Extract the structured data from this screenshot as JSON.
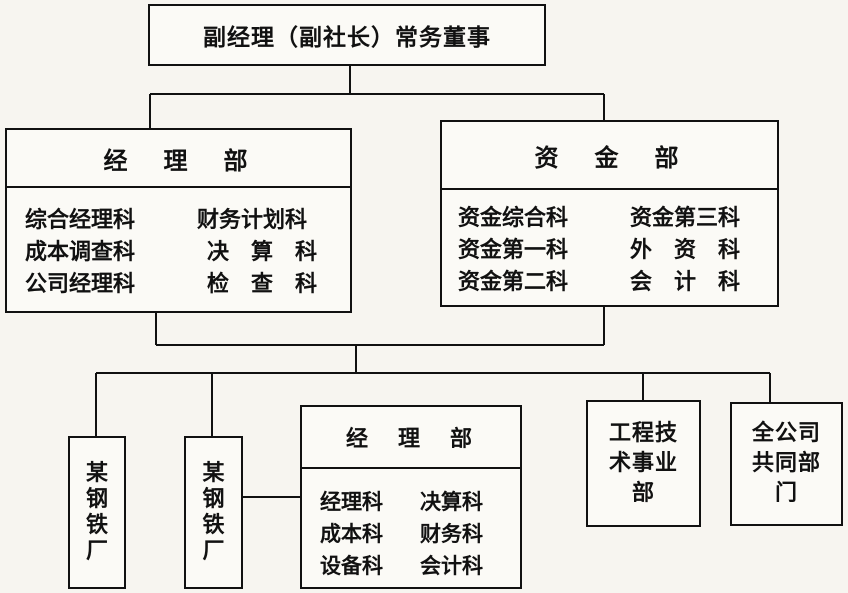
{
  "top": {
    "title": "副经理（副社长）常务董事"
  },
  "manager_dept": {
    "title": "经　理　部",
    "items": [
      [
        "综合经理科",
        "财务计划科"
      ],
      [
        "成本调查科",
        "决　算　科"
      ],
      [
        "公司经理科",
        "检　查　科"
      ]
    ]
  },
  "fund_dept": {
    "title": "资　金　部",
    "items": [
      [
        "资金综合科",
        "资金第三科"
      ],
      [
        "资金第一科",
        "外　资　科"
      ],
      [
        "资金第二科",
        "会　计　科"
      ]
    ]
  },
  "plant_a": {
    "chars": [
      "某",
      "钢",
      "铁",
      "厂"
    ]
  },
  "plant_b": {
    "chars": [
      "某",
      "钢",
      "铁",
      "厂"
    ]
  },
  "plant_manager_dept": {
    "title": "经　理　部",
    "items": [
      [
        "经理科",
        "决算科"
      ],
      [
        "成本科",
        "财务科"
      ],
      [
        "设备科",
        "会计科"
      ]
    ]
  },
  "engineering": {
    "lines": [
      "工程技",
      "术事业",
      "部"
    ]
  },
  "common": {
    "lines": [
      "全公司",
      "共同部",
      "门"
    ]
  }
}
